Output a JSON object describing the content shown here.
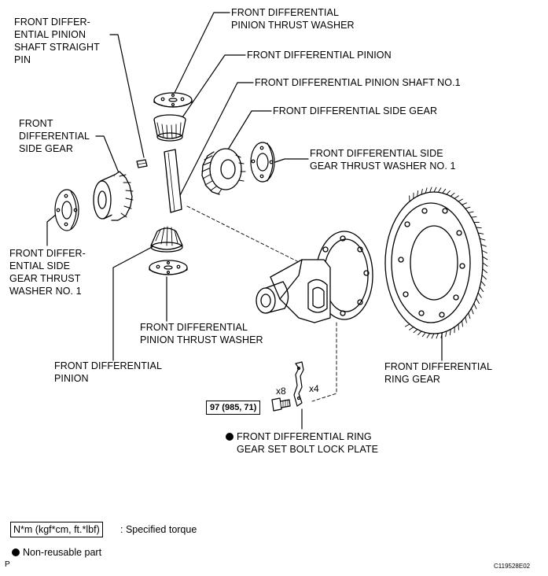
{
  "labels": {
    "pinion_shaft_pin": [
      "FRONT DIFFER-",
      "ENTIAL PINION",
      "SHAFT STRAIGHT",
      "PIN"
    ],
    "pinion_thrust_washer_top": [
      "FRONT DIFFERENTIAL",
      "PINION THRUST WASHER"
    ],
    "pinion_top": [
      "FRONT DIFFERENTIAL PINION"
    ],
    "pinion_shaft": [
      "FRONT DIFFERENTIAL PINION SHAFT NO.1"
    ],
    "side_gear_right": [
      "FRONT DIFFERENTIAL SIDE GEAR"
    ],
    "side_gear_left": [
      "FRONT",
      "DIFFERENTIAL",
      "SIDE GEAR"
    ],
    "side_gear_washer_right": [
      "FRONT DIFFERENTIAL SIDE",
      "GEAR THRUST WASHER NO. 1"
    ],
    "side_gear_washer_left": [
      "FRONT DIFFER-",
      "ENTIAL SIDE",
      "GEAR THRUST",
      "WASHER NO. 1"
    ],
    "pinion_thrust_washer_bottom": [
      "FRONT DIFFERENTIAL",
      "PINION THRUST WASHER"
    ],
    "pinion_bottom": [
      "FRONT DIFFERENTIAL",
      "PINION"
    ],
    "ring_gear": [
      "FRONT DIFFERENTIAL",
      "RING GEAR"
    ],
    "lock_plate": [
      "FRONT DIFFERENTIAL RING",
      "GEAR SET BOLT LOCK PLATE"
    ]
  },
  "torque": {
    "value": "97 (985, 71)"
  },
  "quantities": {
    "bolt": "x8",
    "lock_plate": "x4"
  },
  "legend": {
    "torque_format": "N*m (kgf*cm, ft.*lbf)",
    "torque_desc": ": Specified torque",
    "nonreusable_desc": "Non-reusable part"
  },
  "footer": {
    "left": "P",
    "right": "C119528E02"
  }
}
